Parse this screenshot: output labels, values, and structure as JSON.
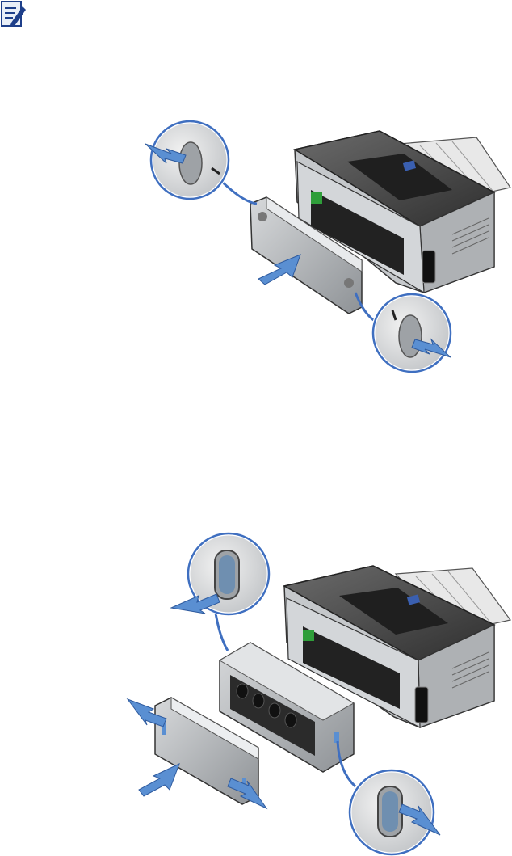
{
  "page": {
    "note_icon": "note-pencil-icon",
    "figures": [
      {
        "name": "remove-rear-access-panel",
        "icon": "printer-rear-panel-removal-illustration"
      },
      {
        "name": "remove-duplexer-unit",
        "icon": "printer-duplexer-removal-illustration"
      }
    ]
  },
  "colors": {
    "arrow_blue": "#5a8fd2",
    "callout_ring": "#3f6fc0",
    "printer_body": "#4a4a4a",
    "printer_gray": "#b9bcbf",
    "green_latch": "#2f9e3a"
  }
}
